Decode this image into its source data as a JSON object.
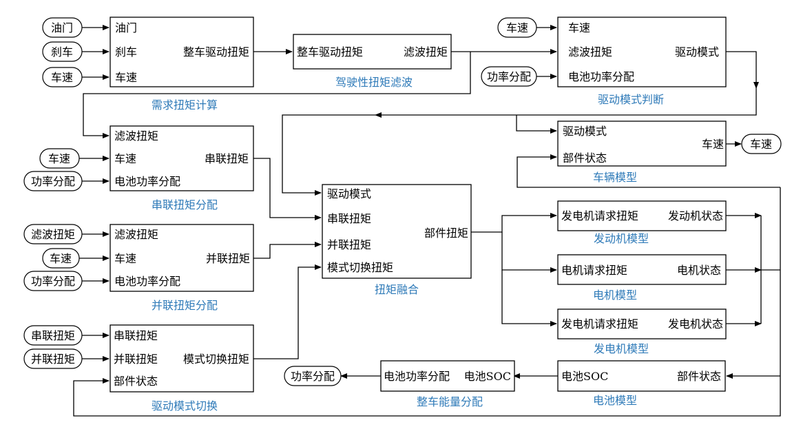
{
  "colors": {
    "block_title": "#2e7ab8",
    "line": "#000000",
    "text": "#000000"
  },
  "blocks": {
    "demand": {
      "title": "需求扭矩计算",
      "inputs": [
        "油门",
        "刹车",
        "车速"
      ],
      "output": "整车驱动扭矩"
    },
    "filter": {
      "title": "驾驶性扭矩滤波",
      "inputs": [
        "整车驱动扭矩"
      ],
      "output": "滤波扭矩"
    },
    "mode_judge": {
      "title": "驱动模式判断",
      "inputs": [
        "车速",
        "滤波扭矩",
        "电池功率分配"
      ],
      "output": "驱动模式"
    },
    "series": {
      "title": "串联扭矩分配",
      "inputs": [
        "滤波扭矩",
        "车速",
        "电池功率分配"
      ],
      "output": "串联扭矩"
    },
    "parallel": {
      "title": "并联扭矩分配",
      "inputs": [
        "滤波扭矩",
        "车速",
        "电池功率分配"
      ],
      "output": "并联扭矩"
    },
    "switch": {
      "title": "驱动模式切换",
      "inputs": [
        "串联扭矩",
        "并联扭矩",
        "部件状态"
      ],
      "output": "模式切换扭矩"
    },
    "fusion": {
      "title": "扭矩融合",
      "inputs": [
        "驱动模式",
        "串联扭矩",
        "并联扭矩",
        "模式切换扭矩"
      ],
      "output": "部件扭矩"
    },
    "vehicle": {
      "title": "车辆模型",
      "inputs": [
        "驱动模式",
        "部件状态"
      ],
      "output": "车速"
    },
    "engine": {
      "title": "发动机模型",
      "inputs": [
        "发电机请求扭矩"
      ],
      "output": "发动机状态"
    },
    "motor": {
      "title": "电机模型",
      "inputs": [
        "电机请求扭矩"
      ],
      "output": "电机状态"
    },
    "generator": {
      "title": "发电机模型",
      "inputs": [
        "发电机请求扭矩"
      ],
      "output": "发电机状态"
    },
    "battery": {
      "title": "电池模型",
      "output_left": "电池SOC",
      "input_right": "部件状态"
    },
    "energy": {
      "title": "整车能量分配",
      "output_left": "电池功率分配",
      "input_right": "电池SOC"
    }
  },
  "terminals": {
    "demand_in": [
      "油门",
      "刹车",
      "车速"
    ],
    "mode_in_speed": "车速",
    "mode_in_power": "功率分配",
    "series_in": [
      "车速",
      "功率分配"
    ],
    "parallel_in": [
      "滤波扭矩",
      "车速",
      "功率分配"
    ],
    "switch_in": [
      "串联扭矩",
      "并联扭矩"
    ],
    "vehicle_out": "车速",
    "energy_out": "功率分配"
  }
}
